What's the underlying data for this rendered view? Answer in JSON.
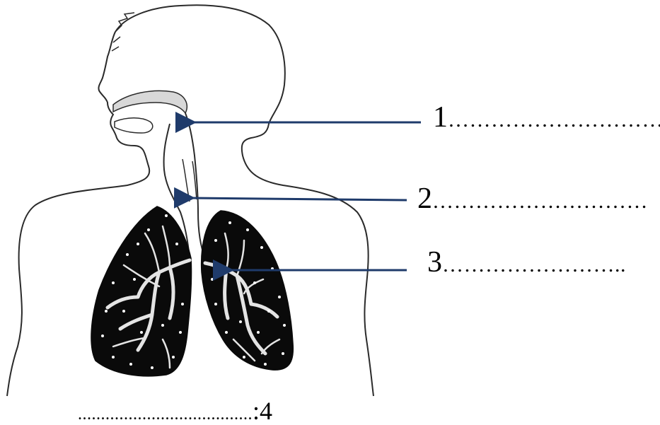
{
  "labels": [
    {
      "number": "1",
      "dots": "…………………………"
    },
    {
      "number": "2",
      "dots": "…………………………"
    },
    {
      "number": "3",
      "dots": "…………………….."
    },
    {
      "number": ":4",
      "dots": "......................................"
    }
  ],
  "colors": {
    "outline": "#2a2a2a",
    "lung_fill": "#0a0a0a",
    "airway": "#d8d8d8",
    "arrow": "#1f3b6b",
    "label_text": "#000000"
  }
}
